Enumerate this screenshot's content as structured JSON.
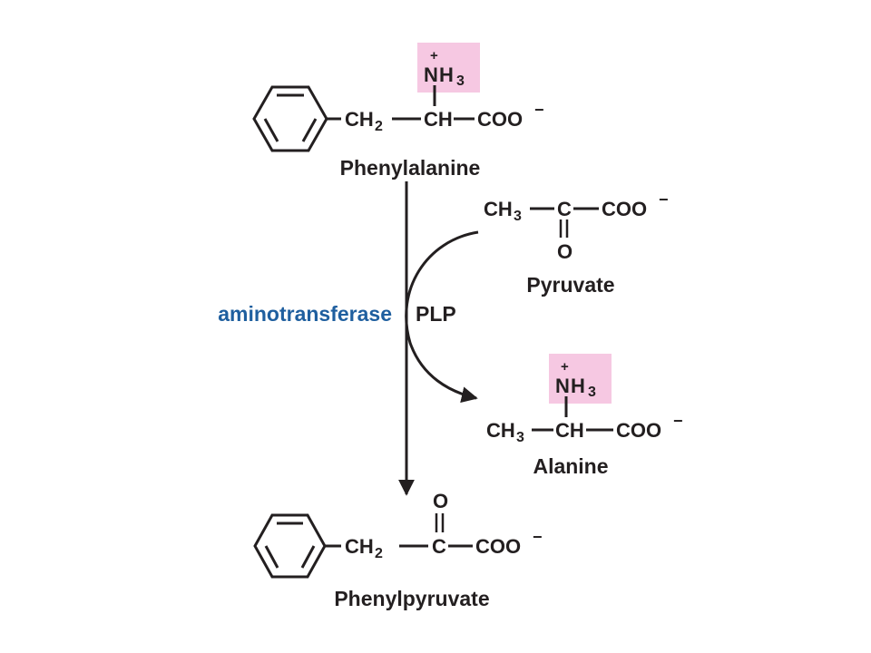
{
  "colors": {
    "ink": "#231f20",
    "highlight": "#f6c8e2",
    "enzyme": "#1f5f9f"
  },
  "phenylalanine": {
    "charge_plus": "+",
    "n": "N",
    "h3": "H",
    "h3_sub": "3",
    "ch2": "CH",
    "ch2_sub": "2",
    "ch": "CH",
    "coo": "COO",
    "coo_charge": "−",
    "name": "Phenylalanine"
  },
  "pyruvate": {
    "ch3": "CH",
    "ch3_sub": "3",
    "c": "C",
    "coo": "COO",
    "coo_charge": "−",
    "o": "O",
    "name": "Pyruvate"
  },
  "alanine": {
    "charge_plus": "+",
    "n": "N",
    "h3": "H",
    "h3_sub": "3",
    "ch3": "CH",
    "ch3_sub": "3",
    "ch": "CH",
    "coo": "COO",
    "coo_charge": "−",
    "name": "Alanine"
  },
  "phenylpyruvate": {
    "o": "O",
    "ch2": "CH",
    "ch2_sub": "2",
    "c": "C",
    "coo": "COO",
    "coo_charge": "−",
    "name": "Phenylpyruvate"
  },
  "reaction": {
    "enzyme": "aminotransferase",
    "cofactor": "PLP"
  }
}
